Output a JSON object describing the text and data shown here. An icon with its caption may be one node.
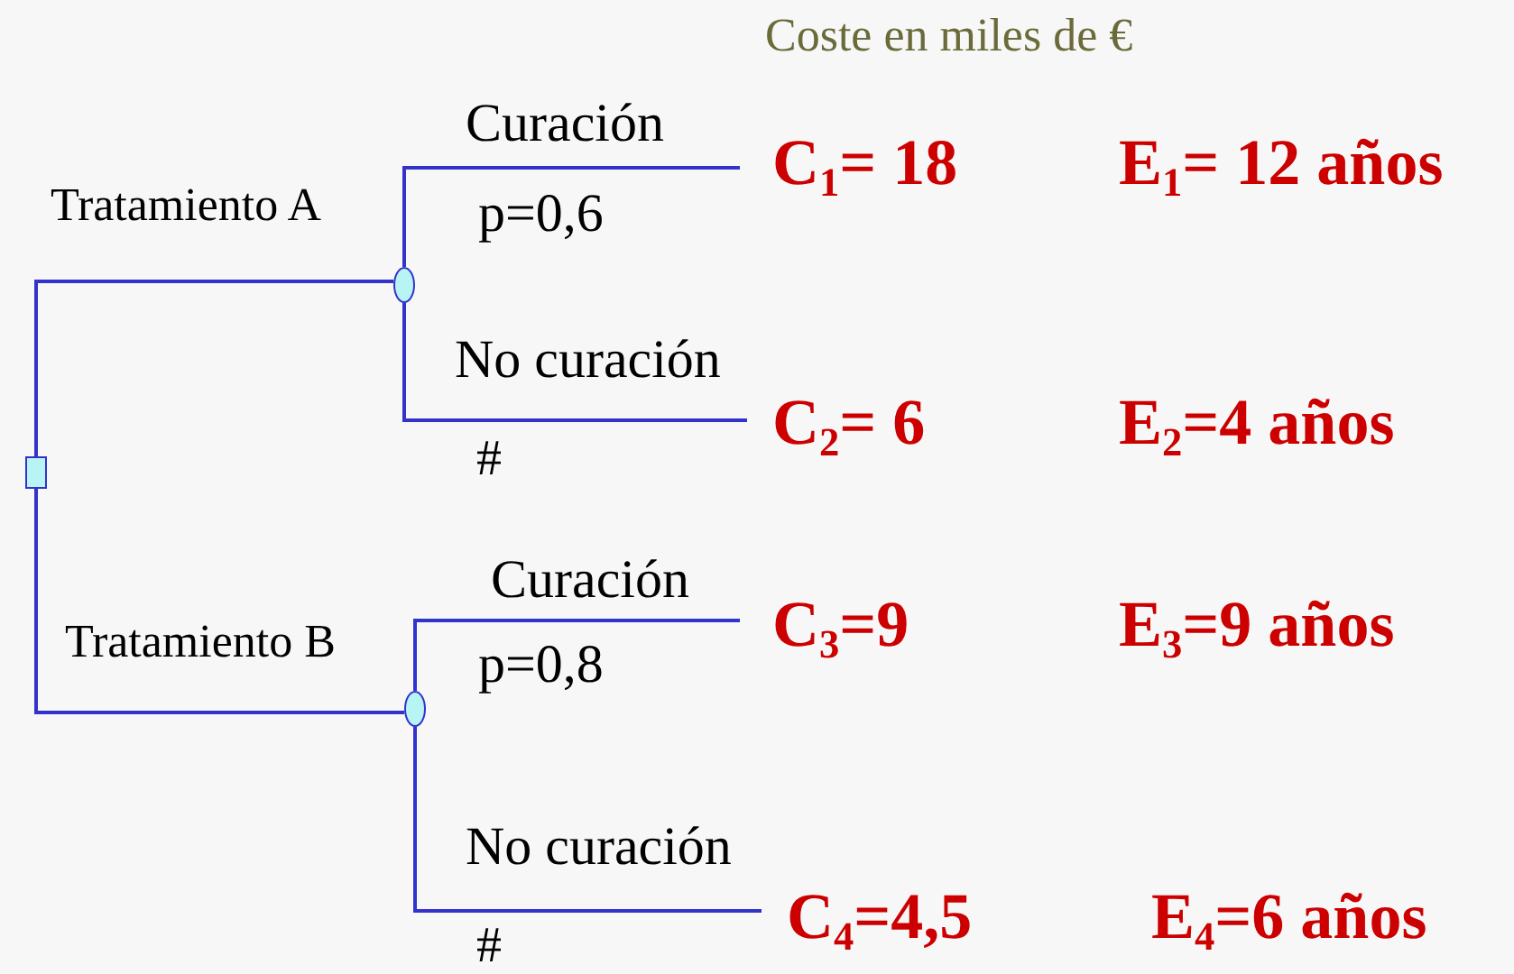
{
  "diagram": {
    "nodes": [
      {
        "text": [],
        "shape": "box"
      },
      {
        "text": [],
        "shape": "circle"
      },
      {
        "text": [],
        "shape": "circle"
      },
      {
        "text": [
          "C$_{1}$= 18",
          "E$_{1}$= 12 años"
        ]
      },
      {
        "text": [
          "C$_{2}$= 6",
          "E$_{2}$=4 años"
        ]
      },
      {
        "text": [
          "C$_{3}$=9",
          "E$_{3}$=9 años"
        ]
      },
      {
        "text": [
          "C$_{4}$=4,5",
          "E$_{4}$=6 años"
        ]
      }
    ],
    "edges": [
      {
        "from": 0,
        "to": 1,
        "arrow": "none",
        "label": "Tratamiento A"
      },
      {
        "from": 1,
        "to": 3,
        "arrow": "none",
        "label": "Curación"
      },
      {
        "from": 1,
        "to": 4,
        "arrow": "none",
        "label": "No curación"
      },
      {
        "from": 0,
        "to": 2,
        "arrow": "none",
        "label": "Tratamiento B"
      },
      {
        "from": 2,
        "to": 5,
        "arrow": "none",
        "label": "Curación"
      },
      {
        "from": 2,
        "to": 6,
        "arrow": "none",
        "label": "No curación"
      }
    ],
    "labels": [
      "Coste en miles de €",
      "p=0,6",
      "#",
      "p=0,8",
      "#"
    ]
  }
}
